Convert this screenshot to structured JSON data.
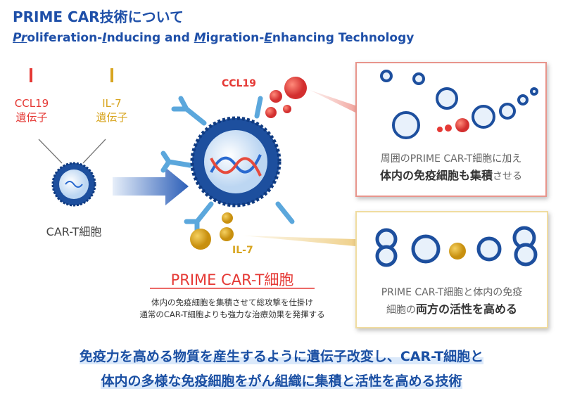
{
  "title": "PRIME CAR技術について",
  "subtitle": {
    "parts": [
      "Pr",
      "oliferation-",
      "I",
      "nducing and ",
      "M",
      "igration-",
      "E",
      "nhancing Technology"
    ]
  },
  "genes": {
    "ccl19": "CCL19",
    "il7": "IL-7",
    "gene": "遺伝子"
  },
  "car_t_label": "CAR-T細胞",
  "ccl19_label": "CCL19",
  "il7_label": "IL-7",
  "prime_label": "PRIME CAR-T細胞",
  "prime_desc": [
    "体内の免疫細胞を集積させて総攻撃を仕掛け",
    "通常のCAR-T細胞よりも強力な治療効果を発揮する"
  ],
  "box1": {
    "line1": "周囲のPRIME CAR-T細胞に加え",
    "line2_bold": "体内の免疫細胞も集積",
    "line2_rest": "させる"
  },
  "box2": {
    "line1": "PRIME CAR-T細胞と体内の免疫",
    "line2_pre": "細胞の",
    "line2_bold": "両方の活性を高める"
  },
  "bottom": [
    "免疫力を高める物質を産生するように遺伝子改変し、CAR-T細胞と",
    "体内の多様な免疫細胞をがん組織に集積と活性を高める技術"
  ],
  "colors": {
    "blue": "#1e4fa8",
    "red": "#e53935",
    "yellow": "#d8a520"
  }
}
